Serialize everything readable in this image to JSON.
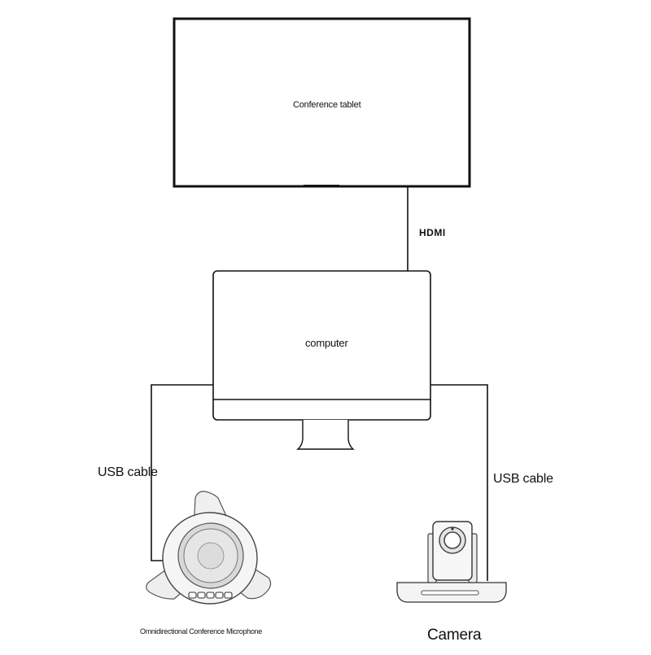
{
  "diagram": {
    "nodes": {
      "conference_tablet": {
        "label": "Conference tablet"
      },
      "computer": {
        "label": "computer"
      },
      "microphone": {
        "label": "Omnidirectional Conference Microphone"
      },
      "camera": {
        "label": "Camera"
      }
    },
    "connections": {
      "tablet_to_computer": {
        "label": "HDMI"
      },
      "computer_to_microphone": {
        "label": "USB cable"
      },
      "computer_to_camera": {
        "label": "USB cable"
      }
    }
  }
}
